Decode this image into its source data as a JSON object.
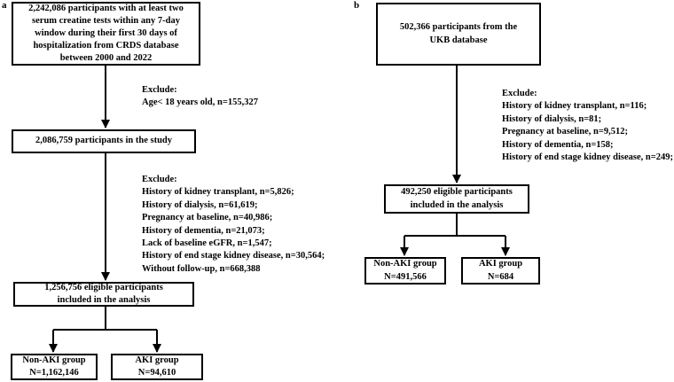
{
  "panel_a": {
    "label": "a",
    "source": [
      "2,242,086  participants with at least two",
      "serum creatine tests within any 7-day",
      "window during their first 30 days of",
      "hospitalization from CRDS database",
      "between 2000 and 2022"
    ],
    "exclude1": [
      "Exclude:",
      "Age< 18 years old, n=155,327"
    ],
    "study": [
      "2,086,759  participants in the study"
    ],
    "exclude2": [
      "Exclude:",
      "History of kidney transplant, n=5,826;",
      "History of dialysis, n=61,619;",
      "Pregnancy at baseline, n=40,986;",
      "History of dementia, n=21,073;",
      "Lack of baseline eGFR, n=1,547;",
      "History of end stage kidney disease, n=30,564;",
      "Without follow-up, n=668,388"
    ],
    "eligible": [
      "1,256,756 eligible participants",
      "included in the analysis"
    ],
    "non_aki": [
      "Non-AKI group",
      "N=1,162,146"
    ],
    "aki": [
      "AKI group",
      "N=94,610"
    ]
  },
  "panel_b": {
    "label": "b",
    "source": [
      "502,366 participants from the",
      "UKB database"
    ],
    "exclude": [
      "Exclude:",
      "History of kidney transplant, n=116;",
      "History of dialysis, n=81;",
      "Pregnancy at baseline, n=9,512;",
      "History of dementia, n=158;",
      "History of end stage kidney disease, n=249;"
    ],
    "eligible": [
      "492,250 eligible participants",
      "included in the analysis"
    ],
    "non_aki": [
      "Non-AKI group",
      "N=491,566"
    ],
    "aki": [
      "AKI group",
      "N=684"
    ]
  }
}
